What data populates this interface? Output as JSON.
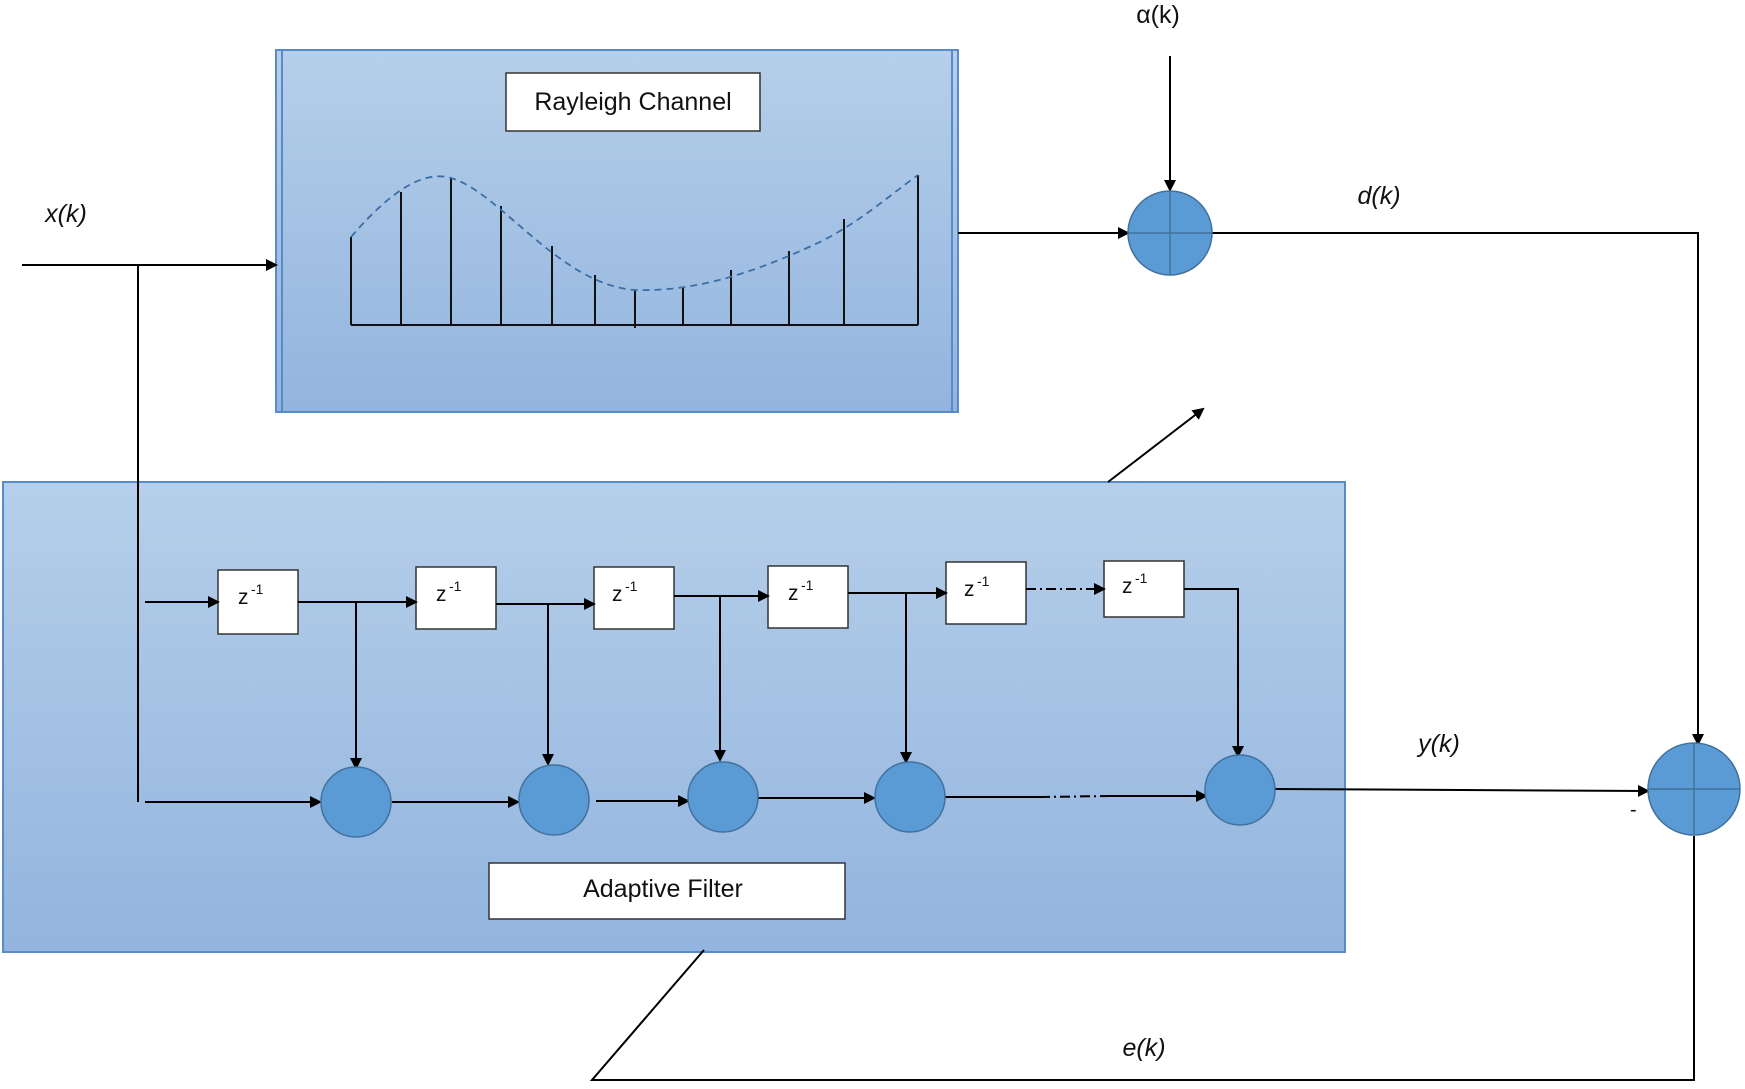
{
  "signals": {
    "input": "x(k)",
    "noise": "α(k)",
    "desired": "d(k)",
    "output": "y(k)",
    "error": "e(k)",
    "minus_sign": "-"
  },
  "blocks": {
    "channel_label": "Rayleigh Channel",
    "filter_label": "Adaptive Filter",
    "delay_label": "z",
    "delay_exponent": "-1",
    "delay_count": 6
  },
  "colors": {
    "panel_fill_top": "#b4cde9",
    "panel_fill_bottom": "#93b5df",
    "panel_border": "#5a8bc9",
    "node_fill": "#5b9bd5",
    "node_stroke": "#41719c",
    "line": "#000000"
  }
}
